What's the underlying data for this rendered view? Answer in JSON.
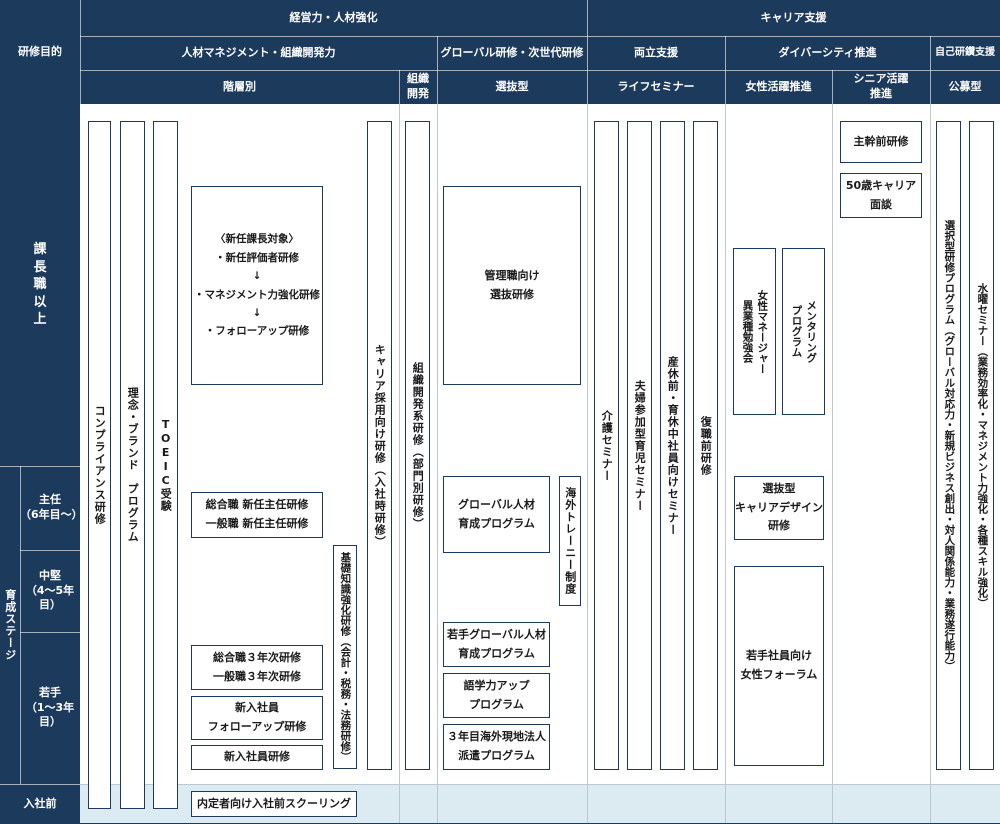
{
  "header": {
    "purpose_label": "研修目的",
    "cat1": "経営力・人材強化",
    "cat2": "キャリア支援",
    "sub1": "人材マネジメント・組織開発力",
    "sub2": "グローバル研修・次世代研修",
    "sub3": "両立支援",
    "sub4": "ダイバーシティ推進",
    "sub5": "自己研鑽支援",
    "col_kaisou": "階層別",
    "col_soshiki": "組織\n開発",
    "col_senbatsu": "選抜型",
    "col_life": "ライフセミナー",
    "col_josei": "女性活躍推進",
    "col_senior": "シニア活躍\n推進",
    "col_koubo": "公募型"
  },
  "rows": {
    "kacho": "課\n長\n職\n以\n上",
    "ikusei": "育成ステージ",
    "shunin": "主任\n（6年目～）",
    "chuken": "中堅\n（4～5年目）",
    "wakate": "若手\n（1～3年目）",
    "nyusha_mae": "入社前"
  },
  "programs": {
    "compliance": "コンプライアンス研修",
    "rinen": "理念・ブランド　プログラム",
    "toeic": "TOEIC受験",
    "shinnin_kacho": "〈新任課長対象〉\n・新任評価者研修\n↓\n・マネジメント力強化研修\n↓\n・フォローアップ研修",
    "shunin_kenshu": "総合職 新任主任研修\n一般職 新任主任研修",
    "kiso_chishiki": "基礎知識強化研修（会計・税務・法務研修）",
    "sannenji": "総合職３年次研修\n一般職３年次研修",
    "followup": "新入社員\nフォローアップ研修",
    "shinnyu": "新入社員研修",
    "career_saiyo": "キャリア採用向け研修（入社時研修）",
    "soshiki_kaihatsu": "組織開発系研修（部門別研修）",
    "naitei": "内定者向け入社前スクーリング",
    "kanri_senbatsu": "管理職向け\n選抜研修",
    "global_jinzai": "グローバル人材\n育成プログラム",
    "kaigai_trainee": "海外トレーニー制度",
    "wakate_global": "若手グローバル人材\n育成プログラム",
    "gogaku": "語学力アップ\nプログラム",
    "haken": "３年目海外現地法人\n派遣プログラム",
    "kaigo": "介護セミナー",
    "fufu": "夫婦参加型育児セミナー",
    "sankyu": "産休前・育休中社員向けセミナー",
    "fukushoku": "復職前研修",
    "josei_manager": "女性マネージャー\n異業種勉強会",
    "mentoring": "メンタリング\nプログラム",
    "career_design": "選抜型\nキャリアデザイン\n研修",
    "wakate_josei": "若手社員向け\n女性フォーラム",
    "shukanzen": "主幹前研修",
    "career_50": "50歳キャリア\n面談",
    "sentaku": "選択型研修プログラム（グローバル対応力・新規ビジネス創出・対人関係能力・業務遂行能力）",
    "suiyo": "水曜セミナー（業務効率化・マネジメント力強化・各種スキル強化）"
  }
}
